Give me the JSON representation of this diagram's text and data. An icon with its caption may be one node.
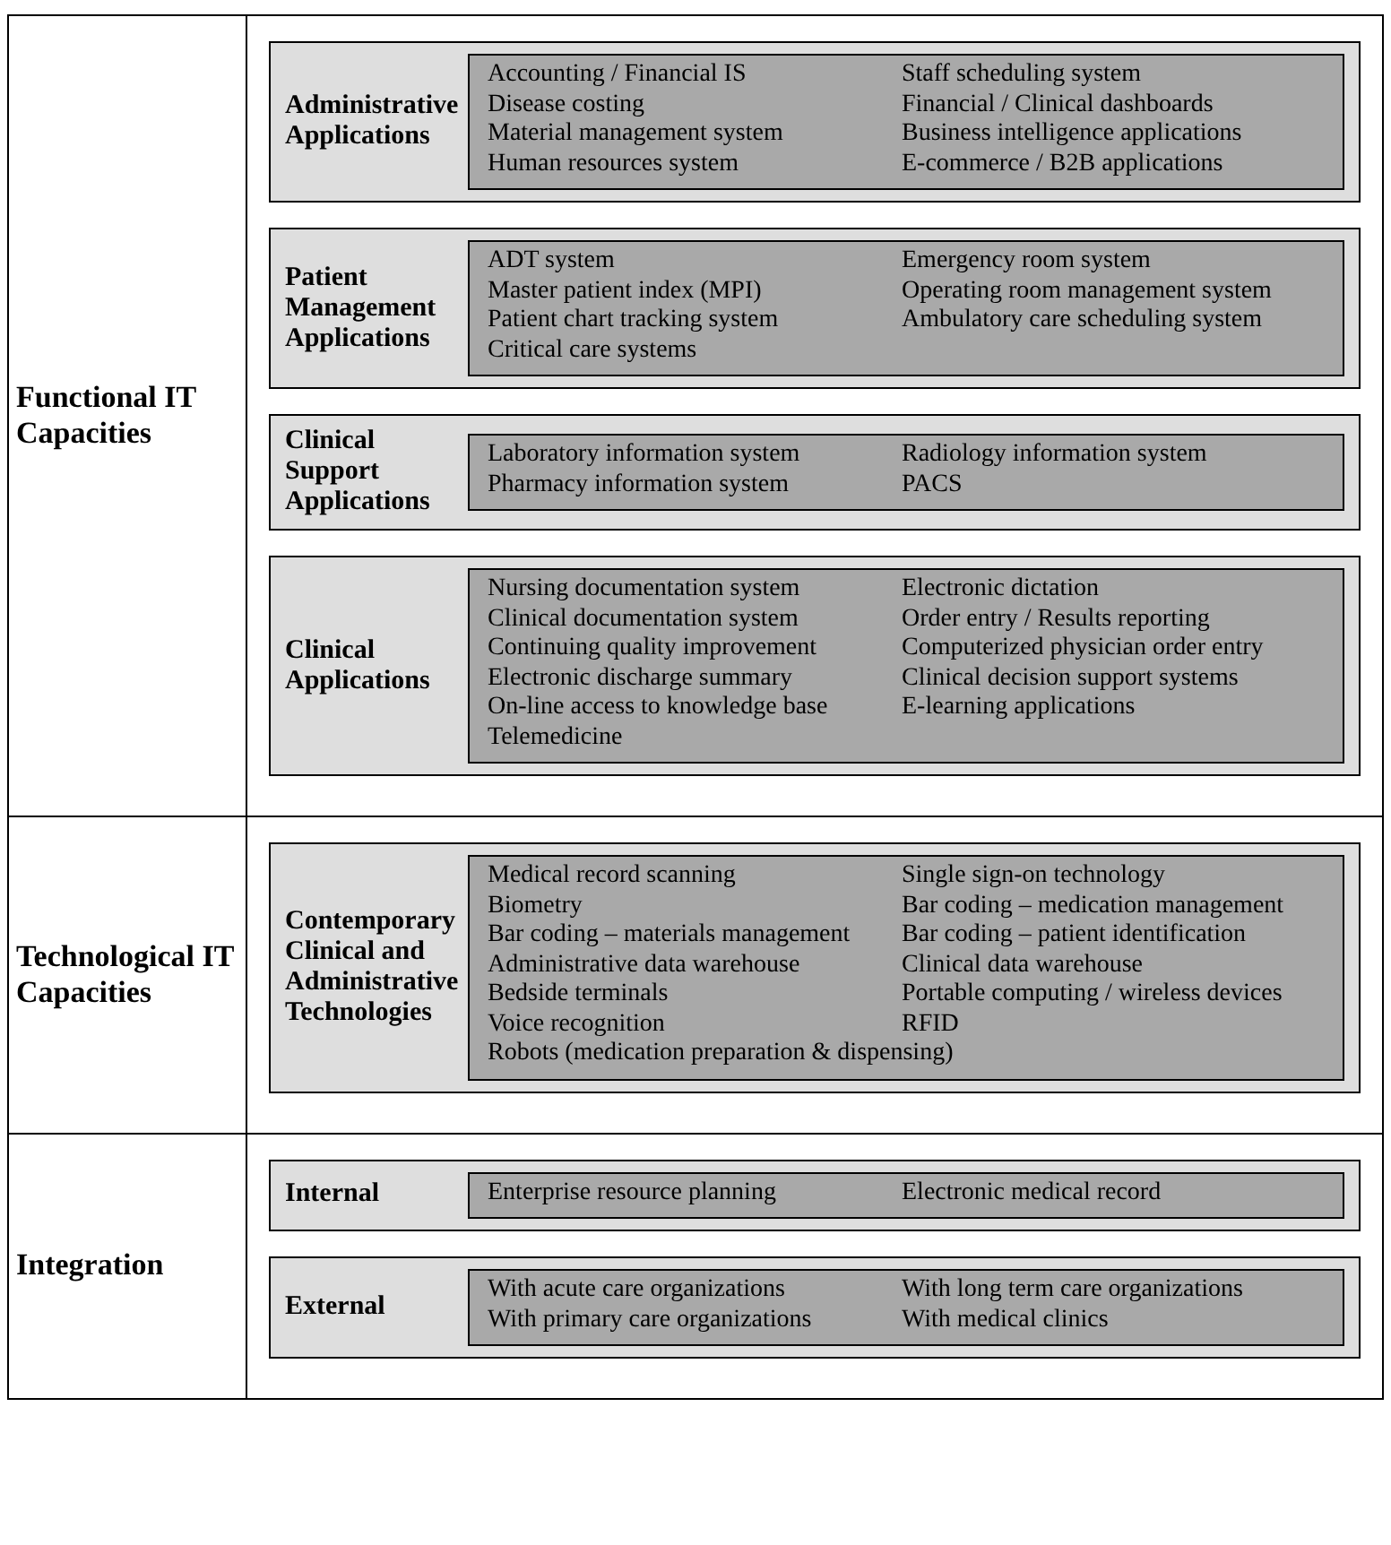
{
  "diagram": {
    "nodes": [
      {
        "text": [
          "Functional IT Capacities"
        ]
      },
      {
        "text": [
          "Administrative Applications"
        ],
        "in": 0
      },
      {
        "text": [
          "Accounting / Financial IS",
          "Staff scheduling system",
          "Disease costing",
          "Financial / Clinical dashboards",
          "Material management system",
          "Business intelligence applications",
          "Human resources system",
          "E-commerce / B2B applications"
        ],
        "in": 1
      },
      {
        "text": [
          "Patient Management Applications"
        ],
        "in": 0
      },
      {
        "text": [
          "ADT system",
          "Emergency room system",
          "Master patient index (MPI)",
          "Operating room management system",
          "Patient chart tracking system",
          "Ambulatory care scheduling system",
          "Critical care systems"
        ],
        "in": 3
      },
      {
        "text": [
          "Clinical Support Applications"
        ],
        "in": 0
      },
      {
        "text": [
          "Laboratory information system",
          "Radiology information system",
          "Pharmacy information system",
          "PACS"
        ],
        "in": 5
      },
      {
        "text": [
          "Clinical Applications"
        ],
        "in": 0
      },
      {
        "text": [
          "Nursing documentation system",
          "Electronic dictation",
          "Clinical documentation system",
          "Order entry / Results reporting",
          "Continuing quality improvement",
          "Computerized physician order entry",
          "Electronic discharge summary",
          "Clinical decision support systems",
          "On-line access to knowledge base",
          "E-learning applications",
          "Telemedicine"
        ],
        "in": 7
      },
      {
        "text": [
          "Technological IT Capacities"
        ]
      },
      {
        "text": [
          "Contemporary Clinical and Administrative Technologies"
        ],
        "in": 9
      },
      {
        "text": [
          "Medical record scanning",
          "Single sign-on technology",
          "Biometry",
          "Bar coding – medication management",
          "Bar coding – materials management",
          "Bar coding – patient identification",
          "Administrative data warehouse",
          "Clinical data warehouse",
          "Bedside terminals",
          "Portable computing / wireless devices",
          "Voice recognition",
          "RFID",
          "Robots (medication preparation & dispensing)"
        ],
        "in": 10
      },
      {
        "text": [
          "Integration"
        ]
      },
      {
        "text": [
          "Internal"
        ],
        "in": 12
      },
      {
        "text": [
          "Enterprise resource planning",
          "Electronic medical record"
        ],
        "in": 13
      },
      {
        "text": [
          "External"
        ],
        "in": 12
      },
      {
        "text": [
          "With acute care organizations",
          "With long term care organizations",
          "With primary care organizations",
          "With medical clinics"
        ],
        "in": 15
      }
    ]
  }
}
